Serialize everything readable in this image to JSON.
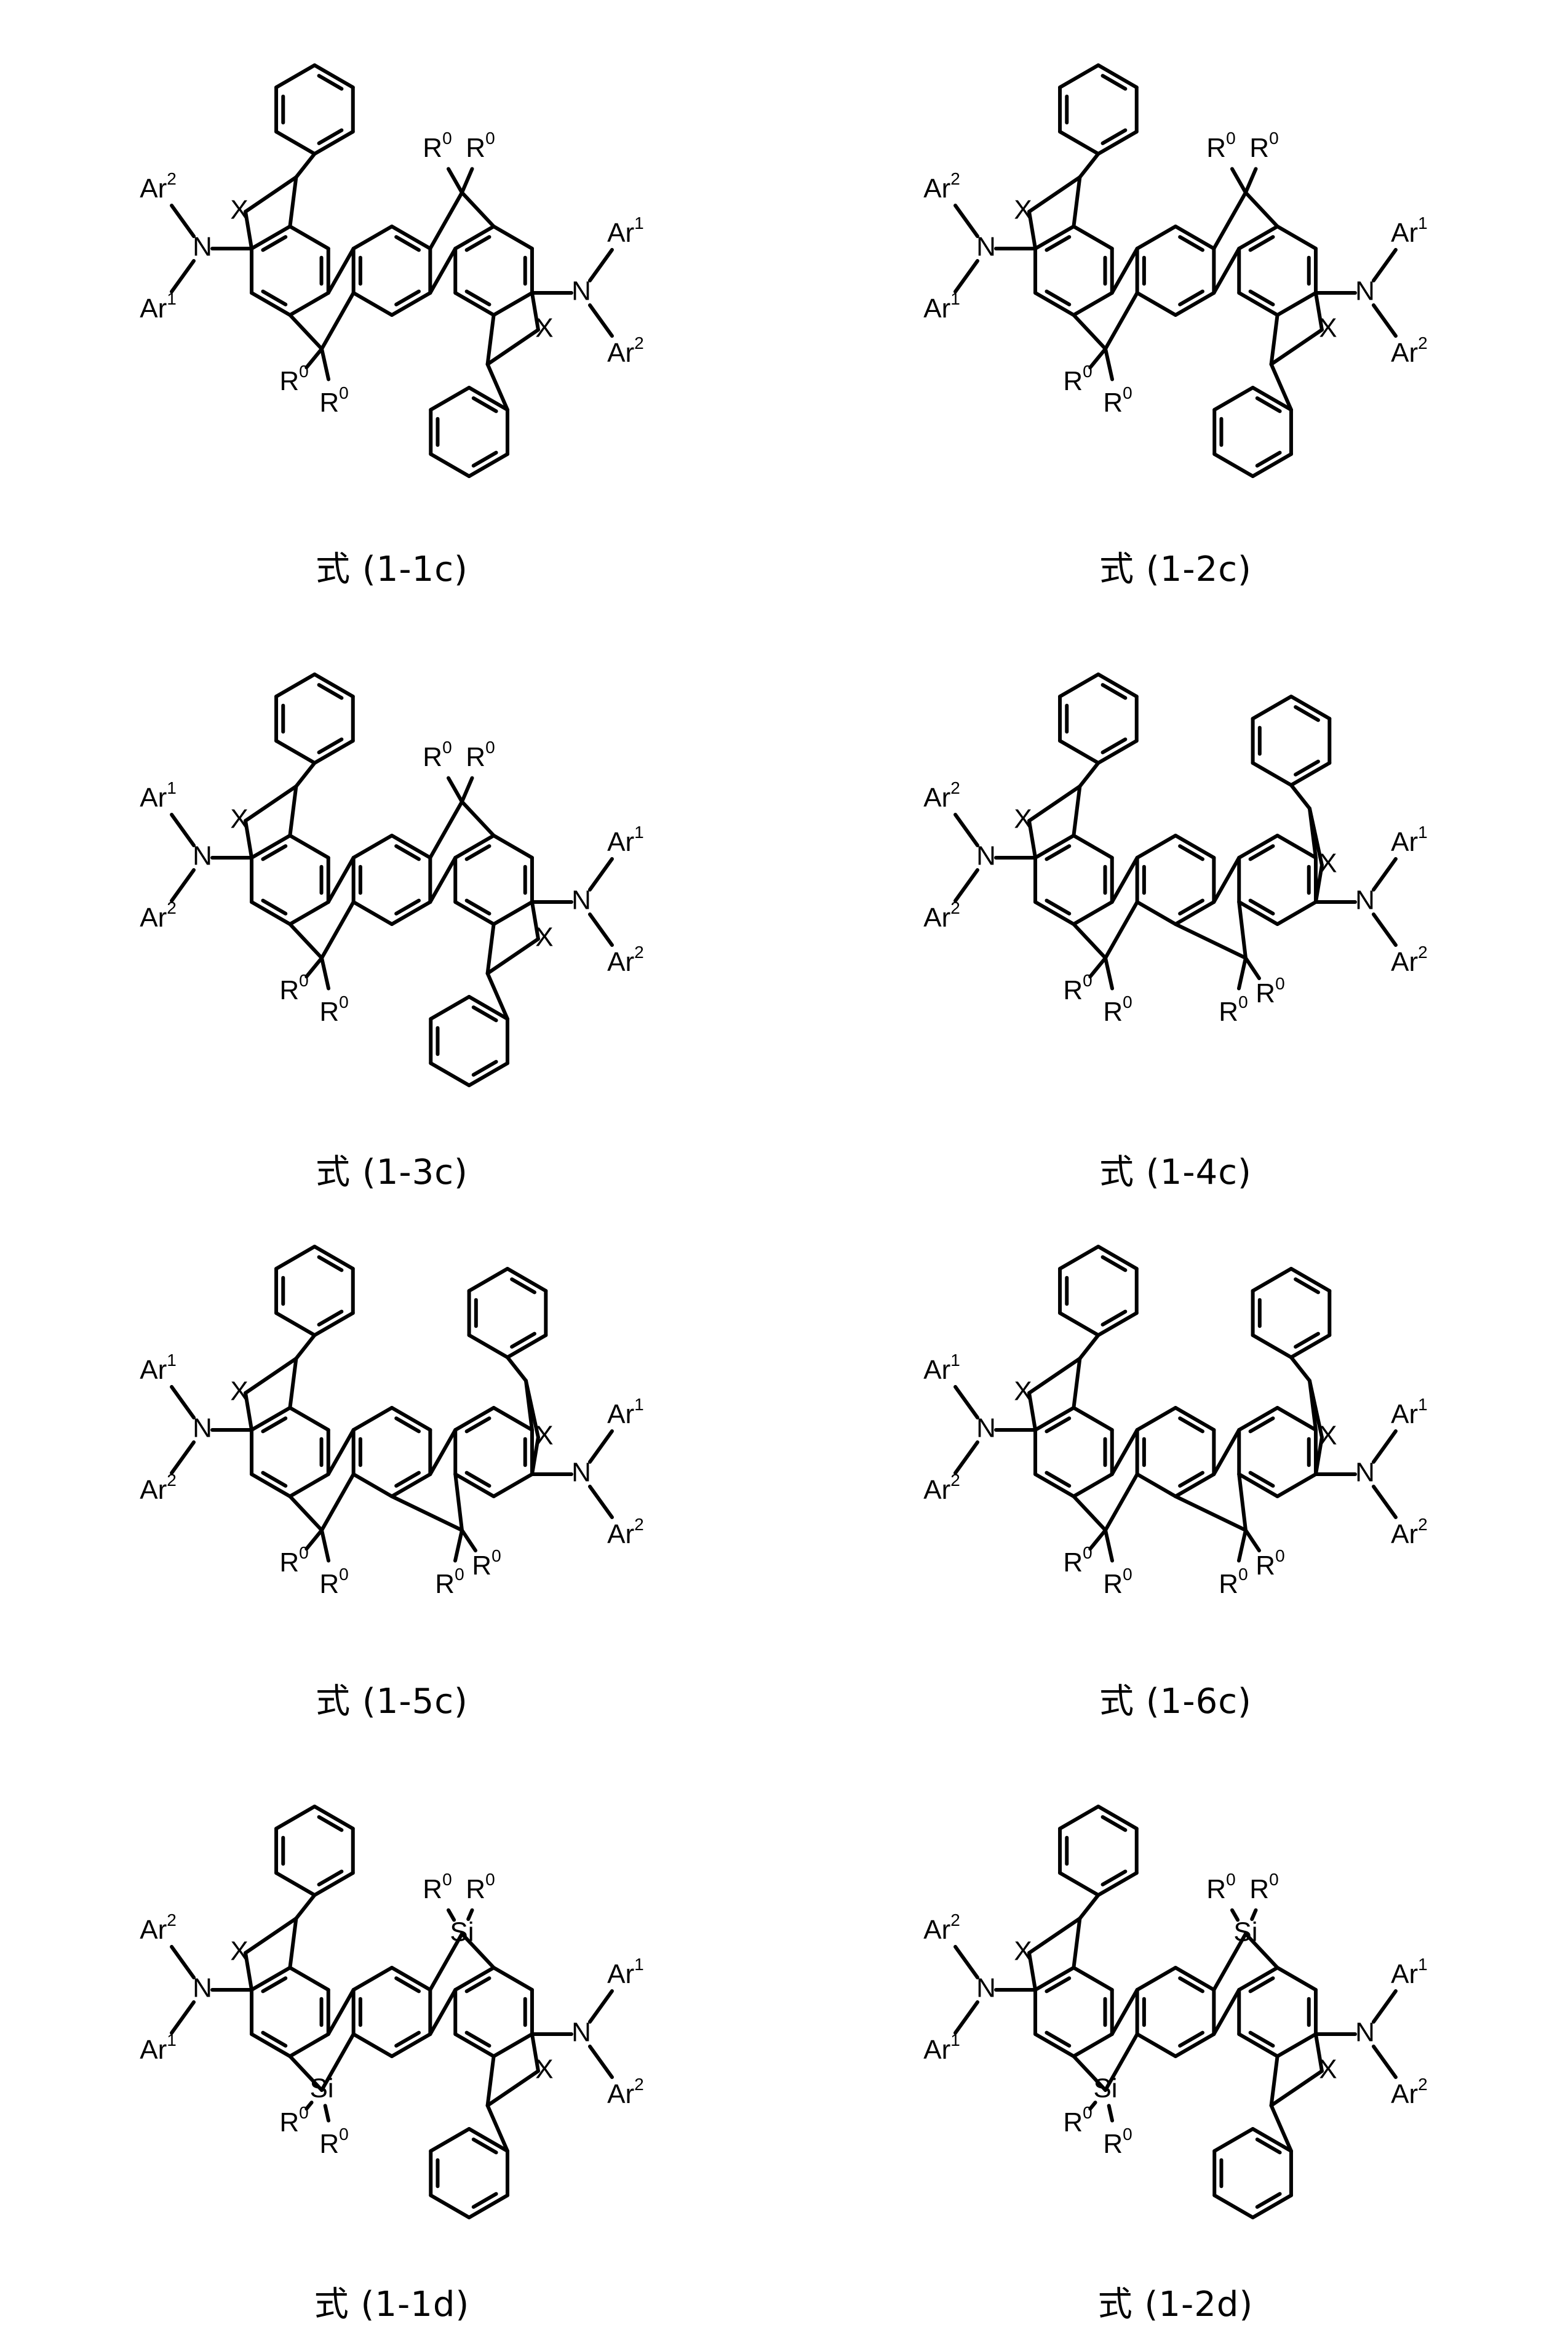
{
  "figures": [
    {
      "caption": "式 (1-1c)",
      "variant": "c1"
    },
    {
      "caption": "式 (1-2c)",
      "variant": "c2"
    },
    {
      "caption": "式 (1-3c)",
      "variant": "c3"
    },
    {
      "caption": "式 (1-4c)",
      "variant": "c4"
    },
    {
      "caption": "式 (1-5c)",
      "variant": "c5"
    },
    {
      "caption": "式 (1-6c)",
      "variant": "c6"
    },
    {
      "caption": "式 (1-1d)",
      "variant": "d1"
    },
    {
      "caption": "式 (1-2d)",
      "variant": "d2"
    }
  ],
  "labels": {
    "ar": "Ar",
    "n": "N",
    "x": "X",
    "r": "R",
    "si": "Si",
    "sup_1": "1",
    "sup_2": "2",
    "sup_0": "0"
  }
}
